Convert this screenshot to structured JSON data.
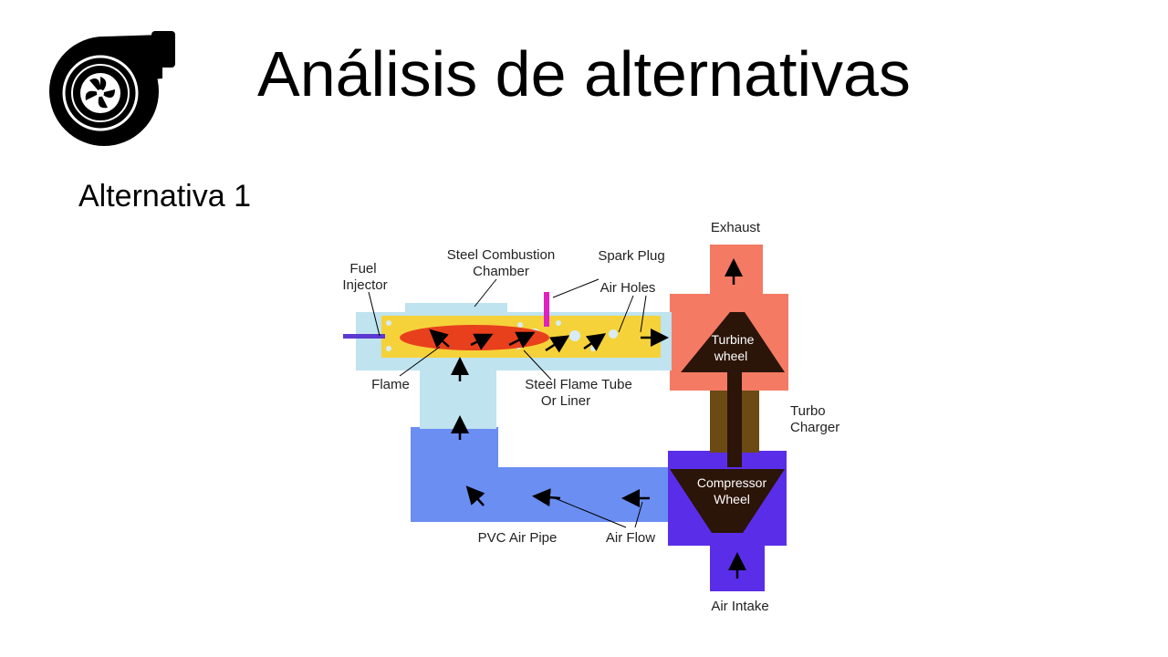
{
  "slide": {
    "title": "Análisis de alternativas",
    "subtitle": "Alternativa 1",
    "logo_icon": "turbocharger-icon"
  },
  "diagram": {
    "labels": {
      "exhaust": "Exhaust",
      "steel_combustion_1": "Steel Combustion",
      "steel_combustion_2": "Chamber",
      "spark_plug": "Spark Plug",
      "fuel_1": "Fuel",
      "fuel_2": "Injector",
      "air_holes": "Air Holes",
      "flame": "Flame",
      "flame_tube_1": "Steel Flame Tube",
      "flame_tube_2": "Or Liner",
      "turbine_1": "Turbine",
      "turbine_2": "wheel",
      "turbo_1": "Turbo",
      "turbo_2": "Charger",
      "compressor_1": "Compressor",
      "compressor_2": "Wheel",
      "pvc_pipe": "PVC Air Pipe",
      "air_flow": "Air Flow",
      "air_intake": "Air Intake"
    },
    "colors": {
      "combustion_chamber": "#bfe3ef",
      "flame_tube": "#f5d23a",
      "flame": "#e8401c",
      "spark_plug": "#e020c0",
      "fuel_injector": "#5a3ad0",
      "turbine_housing": "#f47a64",
      "wheel": "#2b1408",
      "shaft_housing": "#6b4a14",
      "compressor_housing": "#5a2ee8",
      "air_pipe": "#6b8ef2"
    }
  }
}
